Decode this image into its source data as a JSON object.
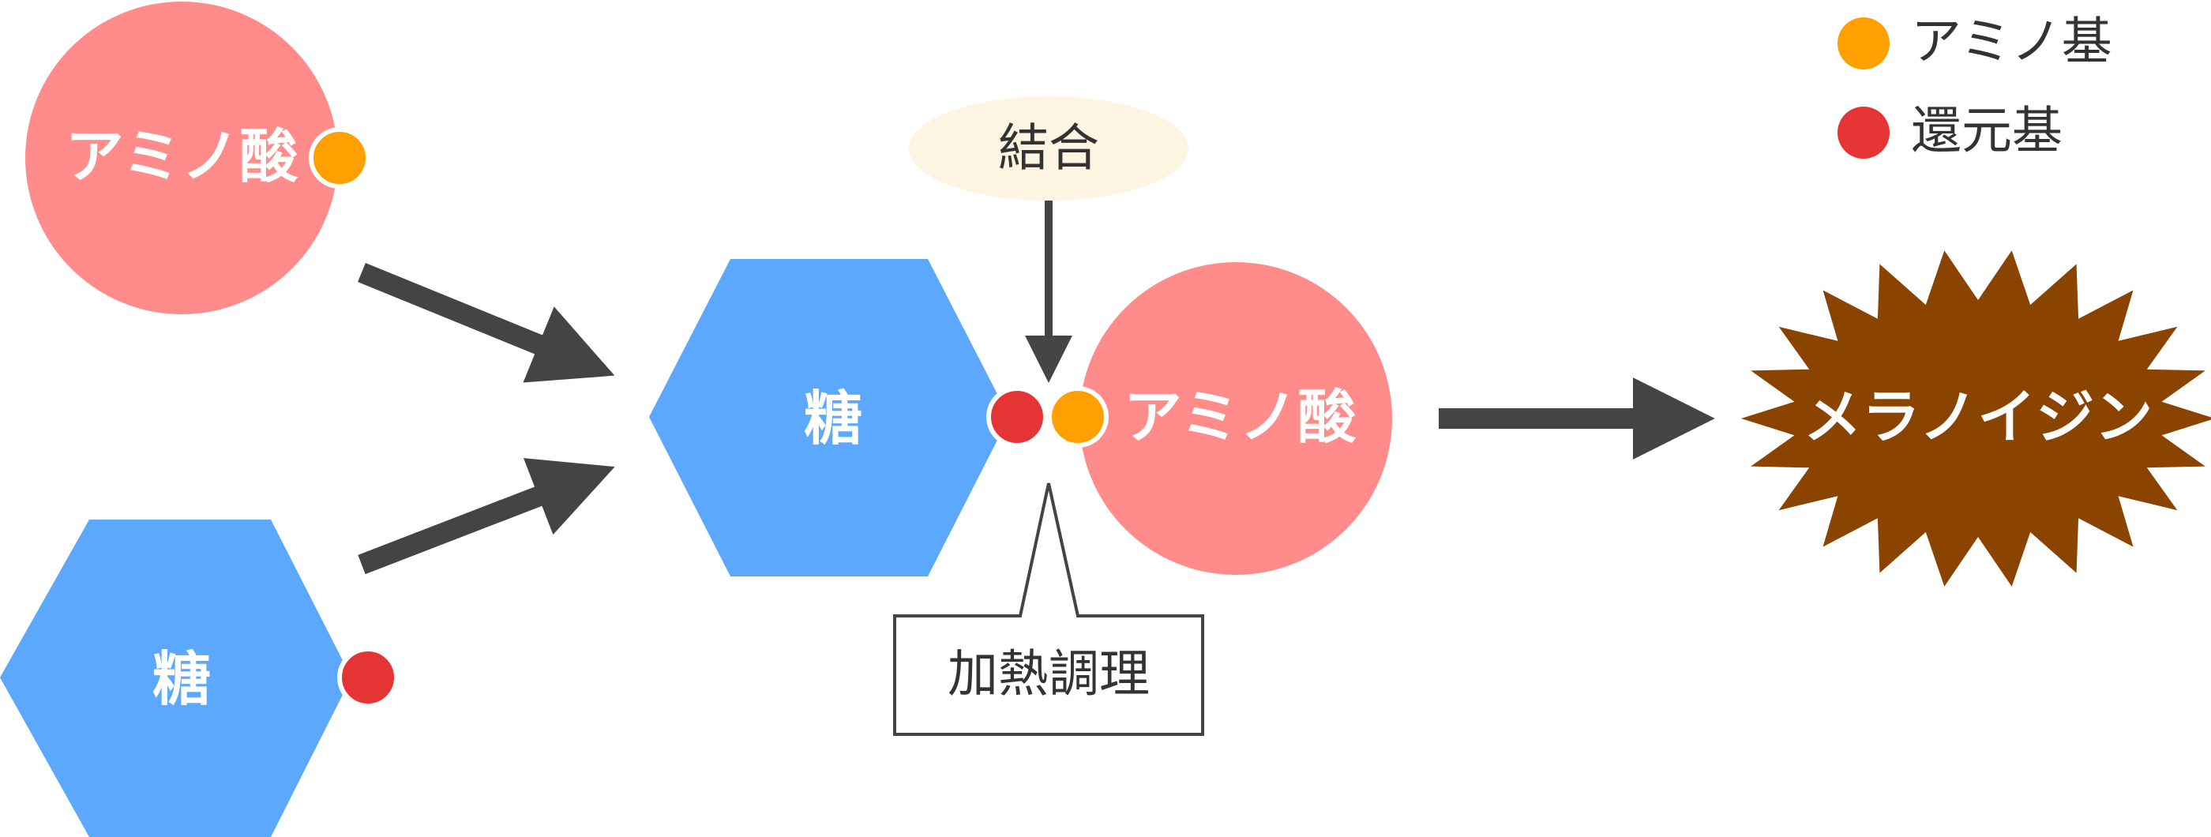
{
  "colors": {
    "amino_acid": "#ff8b8b",
    "sugar": "#5ba8fd",
    "amino_group": "#ffa000",
    "reducing_group": "#e53434",
    "melanoidin": "#8b4300",
    "arrow": "#444444",
    "bond_bubble": "#fdf4e1"
  },
  "legend": {
    "amino_group": "アミノ基",
    "reducing_group": "還元基"
  },
  "reactants": {
    "amino_acid": "アミノ酸",
    "sugar": "糖"
  },
  "complex": {
    "sugar": "糖",
    "amino_acid": "アミノ酸",
    "bond_label": "結合",
    "heat_label": "加熱調理"
  },
  "product": {
    "label": "メラノイジン"
  }
}
